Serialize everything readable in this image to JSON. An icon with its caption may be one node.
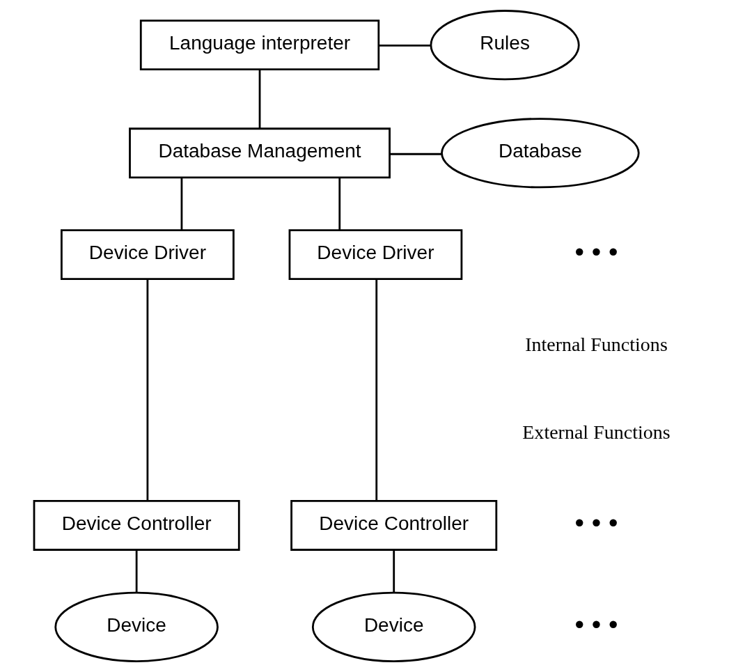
{
  "diagram": {
    "nodes": [
      {
        "text": [
          "Language interpreter"
        ]
      },
      {
        "text": [
          "Rules"
        ]
      },
      {
        "text": [
          "Database Management"
        ]
      },
      {
        "text": [
          "Database"
        ]
      },
      {
        "text": [
          "Device Driver"
        ]
      },
      {
        "text": [
          "Device Driver"
        ]
      },
      {
        "text": [
          "Device Controller"
        ]
      },
      {
        "text": [
          "Device Controller"
        ]
      },
      {
        "text": [
          "Device"
        ]
      },
      {
        "text": [
          "Device"
        ]
      }
    ],
    "edges": [
      {
        "from": 0,
        "to": 1,
        "arrow": "none"
      },
      {
        "from": 0,
        "to": 2,
        "arrow": "none"
      },
      {
        "from": 2,
        "to": 3,
        "arrow": "none"
      },
      {
        "from": 2,
        "to": 4,
        "arrow": "none"
      },
      {
        "from": 2,
        "to": 5,
        "arrow": "none"
      },
      {
        "from": 4,
        "to": 6,
        "arrow": "none"
      },
      {
        "from": 5,
        "to": 7,
        "arrow": "none"
      },
      {
        "from": 6,
        "to": 8,
        "arrow": "none"
      },
      {
        "from": 7,
        "to": 9,
        "arrow": "none"
      }
    ],
    "labels": [
      "• • •",
      "Internal Functions",
      "External Functions",
      "• • •",
      "• • •"
    ]
  }
}
